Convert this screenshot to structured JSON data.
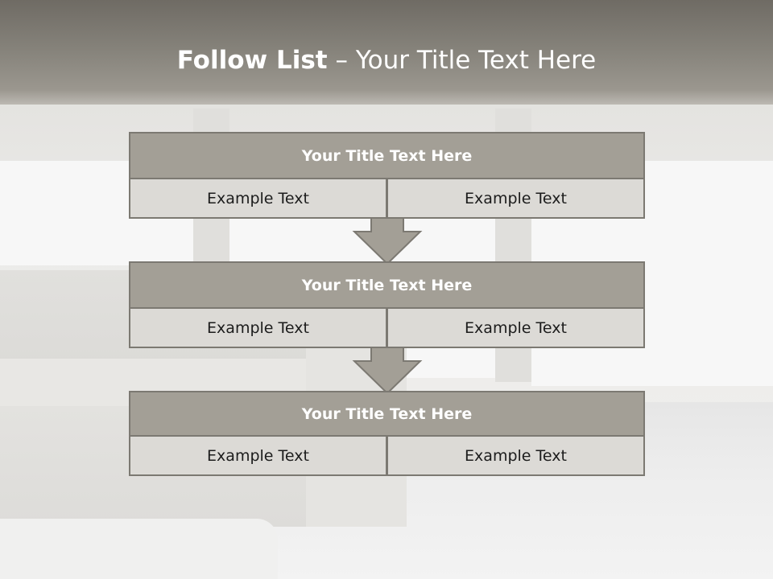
{
  "slide": {
    "title_bold": "Follow List",
    "title_rest": "– Your Title Text Here"
  },
  "blocks": [
    {
      "title": "Your Title Text Here",
      "left": "Example Text",
      "right": "Example Text"
    },
    {
      "title": "Your Title Text Here",
      "left": "Example Text",
      "right": "Example Text"
    },
    {
      "title": "Your Title Text Here",
      "left": "Example Text",
      "right": "Example Text"
    }
  ],
  "colors": {
    "header_fill": "#a39f96",
    "cell_fill": "#dcdad6",
    "border": "#7c7972",
    "arrow_fill": "#a39f96"
  },
  "icons": [
    "down-arrow-icon",
    "down-arrow-icon"
  ]
}
